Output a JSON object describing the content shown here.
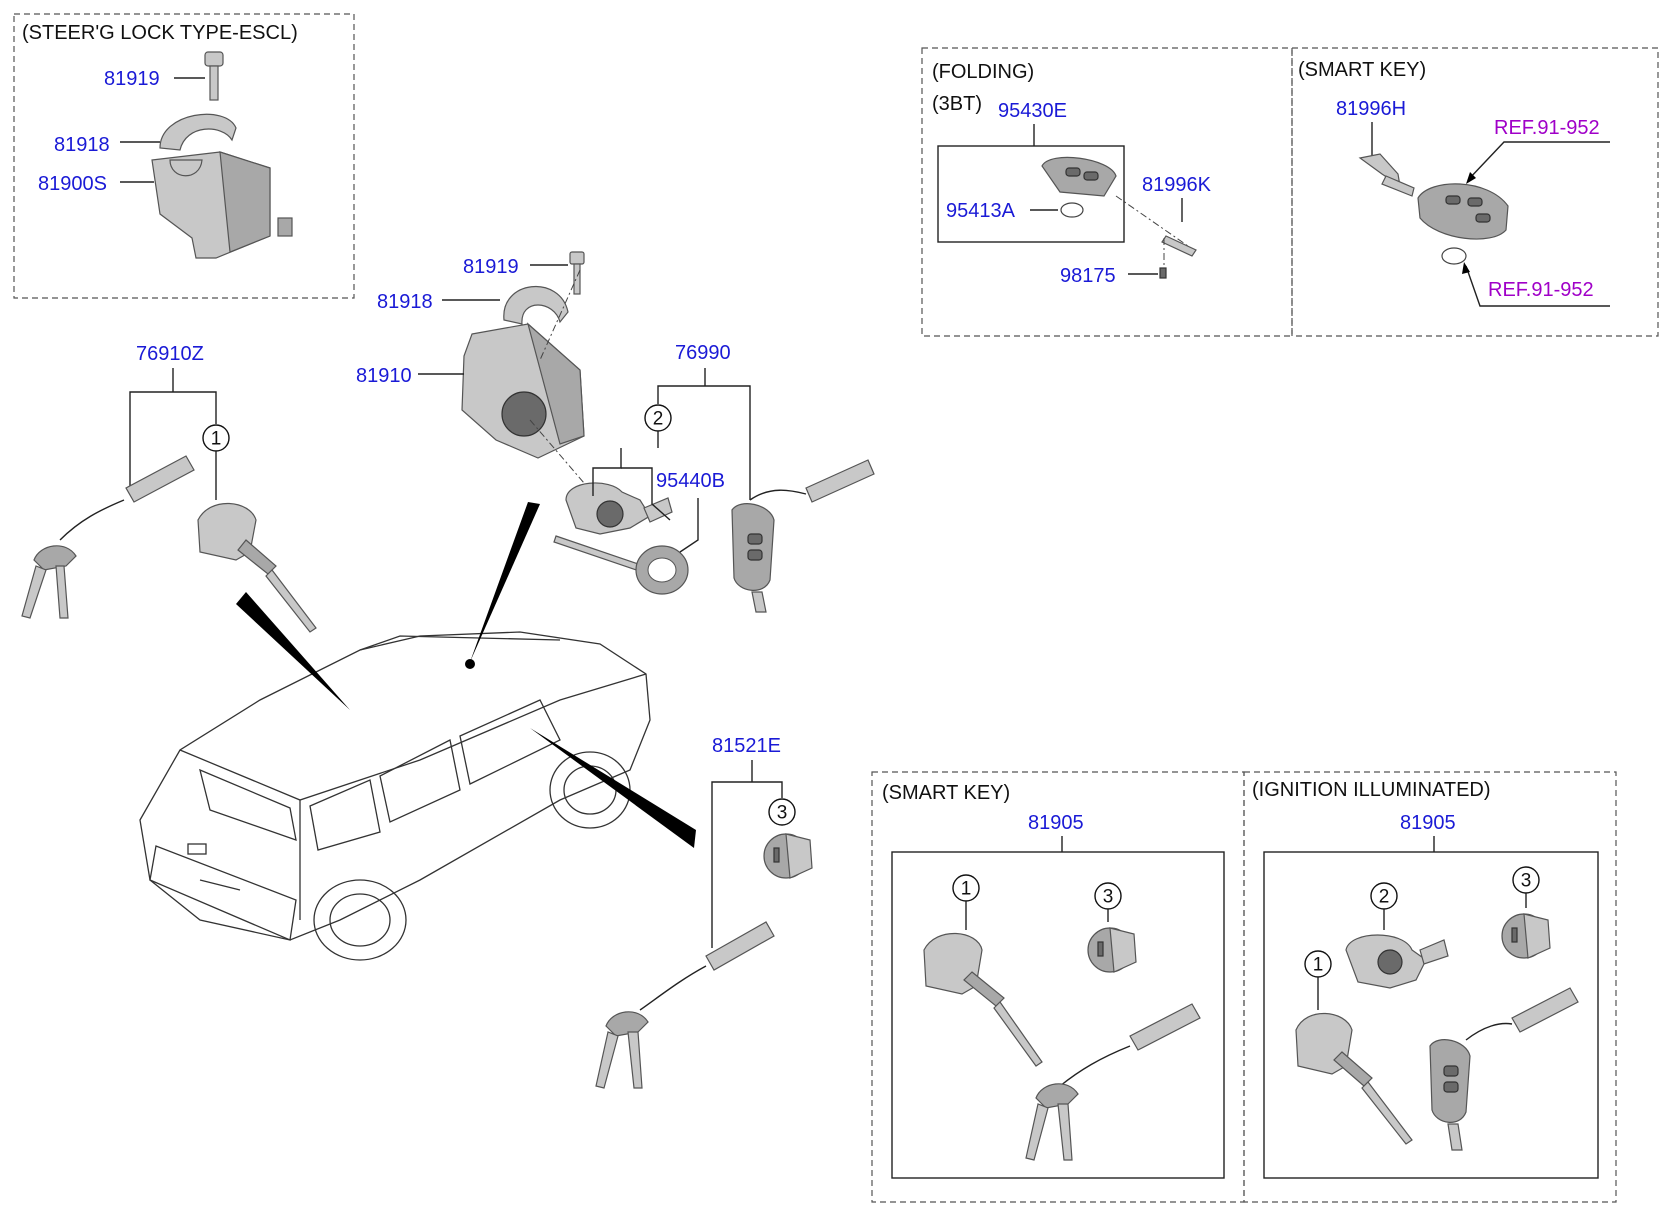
{
  "headers": {
    "steering_lock": "(STEER'G LOCK TYPE-ESCL)",
    "folding": "(FOLDING)",
    "three_bt": "(3BT)",
    "smart_key_top": "(SMART KEY)",
    "smart_key_bottom": "(SMART KEY)",
    "ignition_illuminated": "(IGNITION ILLUMINATED)"
  },
  "parts": {
    "p81919_a": "81919",
    "p81918_a": "81918",
    "p81900S": "81900S",
    "p81919_b": "81919",
    "p81918_b": "81918",
    "p81910": "81910",
    "p76910Z": "76910Z",
    "p76990": "76990",
    "p95440B": "95440B",
    "p81521E": "81521E",
    "p95430E": "95430E",
    "p95413A": "95413A",
    "p81996K": "81996K",
    "p98175": "98175",
    "p81996H": "81996H",
    "p81905_a": "81905",
    "p81905_b": "81905"
  },
  "refs": {
    "ref_a": "REF.91-952",
    "ref_b": "REF.91-952"
  },
  "callouts": {
    "c1_a": "1",
    "c2_a": "2",
    "c3_a": "3",
    "c1_b": "1",
    "c3_b": "3",
    "c2_c": "2",
    "c3_c": "3",
    "c1_c": "1"
  }
}
